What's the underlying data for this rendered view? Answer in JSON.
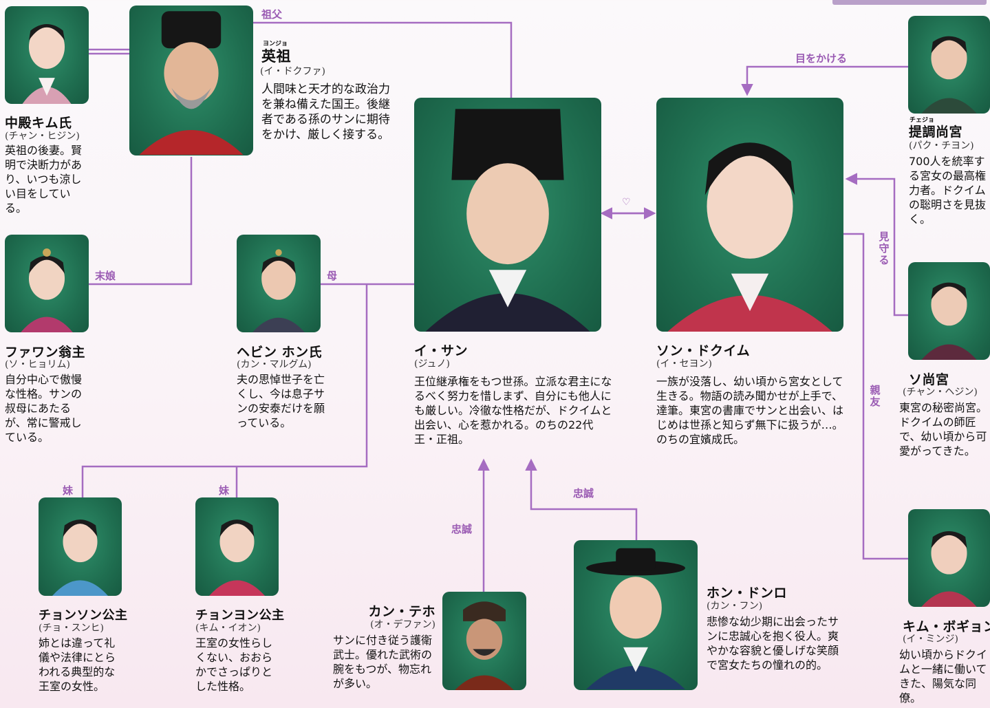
{
  "characters": [
    {
      "id": "kim",
      "name": "中殿キム氏",
      "actor": "(チャン・ヒジン)",
      "desc": "英祖の後妻。賢明で決断力があり、いつも涼しい目をしている。"
    },
    {
      "id": "yeongjo",
      "ruby": "ヨンジョ",
      "name": "英祖",
      "actor": "(イ・ドクファ)",
      "desc": "人間味と天才的な政治力を兼ね備えた国王。後継者である孫のサンに期待をかけ、厳しく接する。"
    },
    {
      "id": "hwawan",
      "name": "ファワン翁主",
      "actor": "(ソ・ヒョリム)",
      "desc": "自分中心で傲慢な性格。サンの叔母にあたるが、常に警戒している。"
    },
    {
      "id": "hyebin",
      "name": "ヘビン ホン氏",
      "actor": "(カン・マルグム)",
      "desc": "夫の思悼世子を亡くし、今は息子サンの安泰だけを願っている。"
    },
    {
      "id": "san",
      "name": "イ・サン",
      "actor": "(ジュノ)",
      "desc": "王位継承権をもつ世孫。立派な君主になるべく努力を惜しまず、自分にも他人にも厳しい。冷徹な性格だが、ドクイムと出会い、心を惹かれる。のちの22代王・正祖。"
    },
    {
      "id": "dokim",
      "name": "ソン・ドクイム",
      "actor": "(イ・セヨン)",
      "desc": "一族が没落し、幼い頃から宮女として生きる。物語の読み聞かせが上手で、達筆。東宮の書庫でサンと出会い、はじめは世孫と知らず無下に扱うが…。のちの宜嬪成氏。"
    },
    {
      "id": "jejo",
      "ruby": "チェジョ",
      "name": "提調尚宮",
      "actor": "(パク・チヨン)",
      "desc": "700人を統率する宮女の最高権力者。ドクイムの聡明さを見抜く。"
    },
    {
      "id": "so",
      "name": "ソ尚宮",
      "actor": "(チャン・ヘジン)",
      "desc": "東宮の秘密尚宮。ドクイムの師匠で、幼い頃から可愛がってきた。"
    },
    {
      "id": "bogyeong",
      "name": "キム・ボギョン",
      "actor": "(イ・ミンジ)",
      "desc": "幼い頃からドクイムと一緒に働いてきた、陽気な同僚。"
    },
    {
      "id": "cheongseon",
      "name": "チョンソン公主",
      "actor": "(チョ・スンヒ)",
      "desc": "姉とは違って礼儀や法律にとらわれる典型的な王室の女性。"
    },
    {
      "id": "cheongyeon",
      "name": "チョンヨン公主",
      "actor": "(キム・イオン)",
      "desc": "王室の女性らしくない、おおらかでさっぱりとした性格。"
    },
    {
      "id": "kang",
      "name": "カン・テホ",
      "actor": "(オ・デファン)",
      "desc": "サンに付き従う護衛武士。優れた武術の腕をもつが、物忘れが多い。"
    },
    {
      "id": "hong",
      "name": "ホン・ドンロ",
      "actor": "(カン・フン)",
      "desc": "悲惨な幼少期に出会ったサンに忠誠心を抱く役人。爽やかな容貌と優しげな笑顔で宮女たちの憧れの的。"
    }
  ],
  "relations": {
    "grandfather": "祖父",
    "youngest_daughter": "末娘",
    "mother": "母",
    "sister1": "妹",
    "sister2": "妹",
    "watched": "目をかける",
    "watches_over": "見守る",
    "best_friend": "親友",
    "loyalty1": "忠誠",
    "loyalty2": "忠誠",
    "love": "♡"
  },
  "colors": {
    "line": "#a56cc1",
    "label": "#9a5bb3",
    "photo_bg": "#1f6e50"
  }
}
